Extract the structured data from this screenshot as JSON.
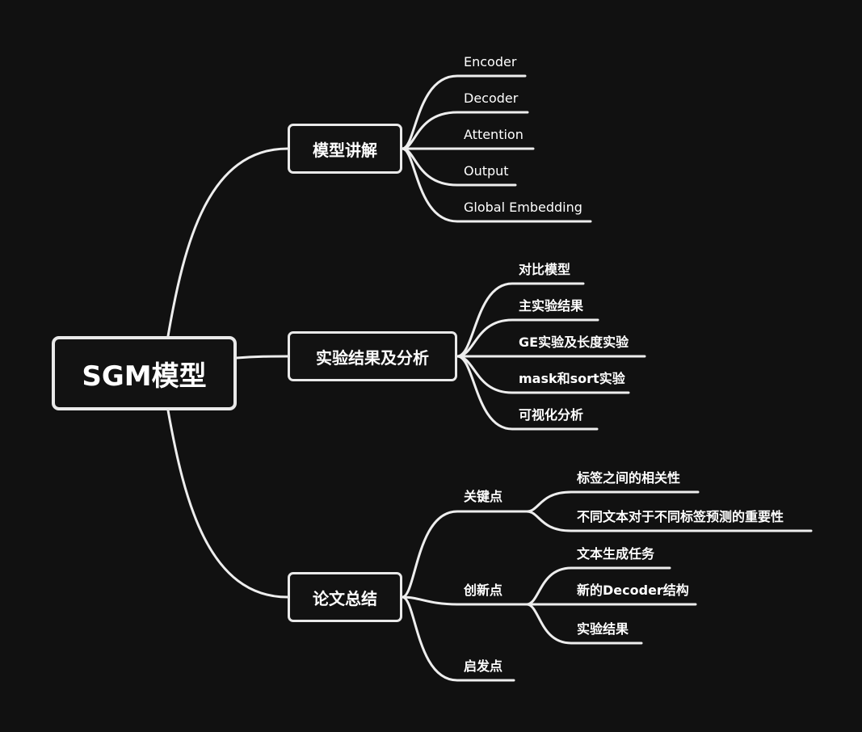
{
  "root": {
    "label": "SGM模型"
  },
  "branches": [
    {
      "label": "模型讲解",
      "children": [
        "Encoder",
        "Decoder",
        "Attention",
        "Output",
        "Global Embedding"
      ]
    },
    {
      "label": "实验结果及分析",
      "children": [
        "对比模型",
        "主实验结果",
        "GE实验及长度实验",
        "mask和sort实验",
        "可视化分析"
      ]
    },
    {
      "label": "论文总结",
      "children": [
        {
          "label": "关键点",
          "children": [
            "标签之间的相关性",
            "不同文本对于不同标签预测的重要性"
          ]
        },
        {
          "label": "创新点",
          "children": [
            "文本生成任务",
            "新的Decoder结构",
            "实验结果"
          ]
        },
        {
          "label": "启发点",
          "children": []
        }
      ]
    }
  ]
}
